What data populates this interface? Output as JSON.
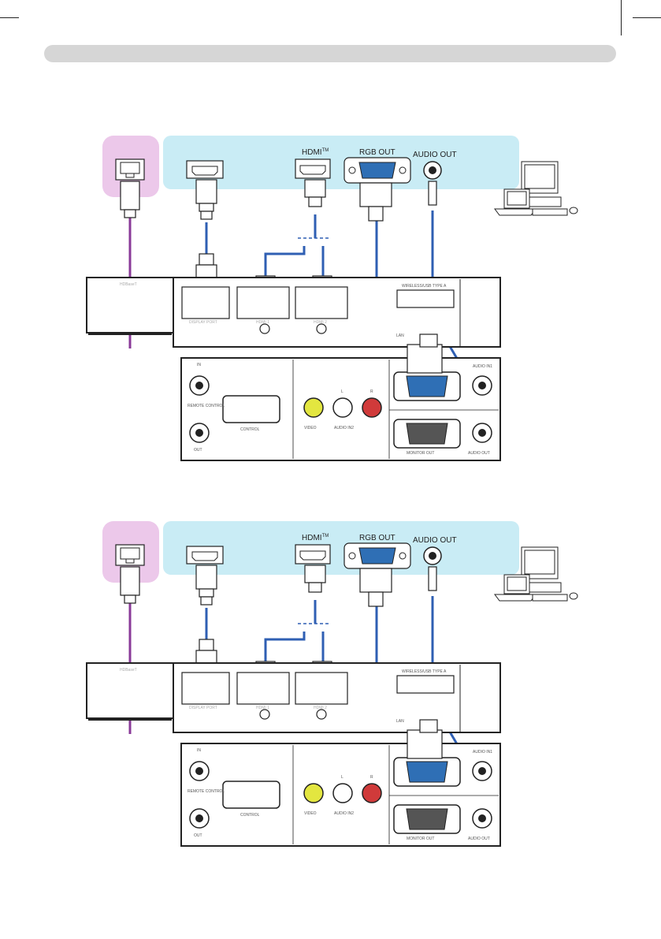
{
  "labels": {
    "hdmi": "HDMI",
    "tm": "TM",
    "rgb_out": "RGB OUT",
    "audio_out": "AUDIO OUT",
    "display_port": "DISPLAY PORT",
    "hdmi1": "HDMI 1",
    "hdmi2": "HDMI 2",
    "hdbaset": "HDBaseT",
    "wireless_usb": "WIRELESS/USB TYPE A",
    "lan": "LAN",
    "audio_in1": "AUDIO IN1",
    "in": "IN",
    "remote_control": "REMOTE CONTROL",
    "out": "OUT",
    "control": "CONTROL",
    "video": "VIDEO",
    "audio_in2": "AUDIO IN2",
    "l": "L",
    "r": "R",
    "monitor_out": "MONITOR OUT",
    "audio_out_port": "AUDIO OUT"
  },
  "colors": {
    "panel_blue": "#c9ecf5",
    "panel_pink": "#ecc8ea",
    "cable_blue": "#2f5fb3",
    "cable_purple": "#8a3a98",
    "bar": "#d6d6d6"
  }
}
